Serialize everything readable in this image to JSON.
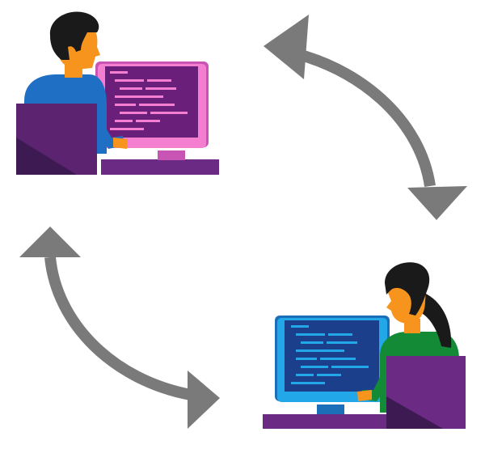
{
  "diagram": {
    "description_free": true,
    "colors": {
      "background": "#ffffff",
      "arrow": "#7a7a7a",
      "purple_dark": "#5c2470",
      "purple_mid": "#6b2b84",
      "purple_shadow": "#3d1a52",
      "skin": "#f7941d",
      "hair": "#1a1a1a",
      "shirt_blue": "#1f6fc4",
      "shirt_green": "#138a36",
      "monitor_pink": "#f47fd0",
      "monitor_pink_frame": "#c855b4",
      "screen_pink": "#6a1f7a",
      "code_pink": "#f47fd0",
      "monitor_blue": "#22a7e8",
      "monitor_blue_frame": "#1b6fb8",
      "screen_blue": "#1b3f8a",
      "code_blue": "#22a7e8"
    },
    "nodes": [
      {
        "id": "developer-1",
        "icon": "developer-pink-monitor-icon"
      },
      {
        "id": "developer-2",
        "icon": "developer-blue-monitor-icon"
      }
    ],
    "edges": [
      {
        "from": "developer-1",
        "to": "developer-2",
        "direction": "clockwise",
        "icon": "curved-arrow-icon"
      },
      {
        "from": "developer-2",
        "to": "developer-1",
        "direction": "clockwise",
        "icon": "curved-arrow-icon"
      }
    ]
  }
}
